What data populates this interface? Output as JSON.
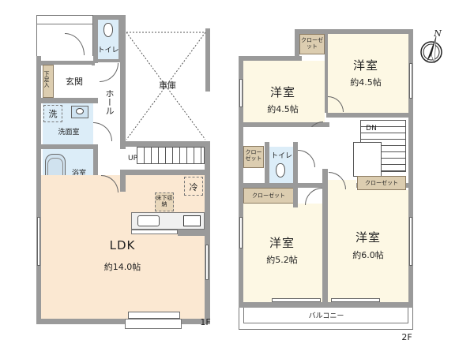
{
  "floor1": {
    "label": "1F",
    "rooms": {
      "genkan": "玄関",
      "shita_ashi_ire": "下足入",
      "toilet": "トイレ",
      "hall": "ホール",
      "garage": "車庫",
      "wash_mark": "洗",
      "senmenjo": "洗面室",
      "bath": "浴室",
      "ldk": "LDK",
      "ldk_size": "約14.0帖",
      "fridge": "冷",
      "underfloor": "床下収納",
      "stairs_up": "UP"
    }
  },
  "floor2": {
    "label": "2F",
    "rooms": {
      "closet_top": "クローゼット",
      "room_ne": "洋室",
      "room_ne_size": "約4.5帖",
      "room_nw": "洋室",
      "room_nw_size": "約4.5帖",
      "closet_left": "クローゼット",
      "toilet": "トイレ",
      "stairs_down": "DN",
      "closet_sw": "クローゼット",
      "closet_se": "クローゼット",
      "room_sw": "洋室",
      "room_sw_size": "約5.2帖",
      "room_se": "洋室",
      "room_se_size": "約6.0帖",
      "balcony": "バルコニー"
    }
  },
  "compass": {
    "north": "N"
  },
  "colors": {
    "wall": "#9a9a9a",
    "ldk_floor": "#fbe8d2",
    "room_floor": "#fdf8e4",
    "wet_area": "#dcedf8",
    "closet": "#dccdb0"
  }
}
